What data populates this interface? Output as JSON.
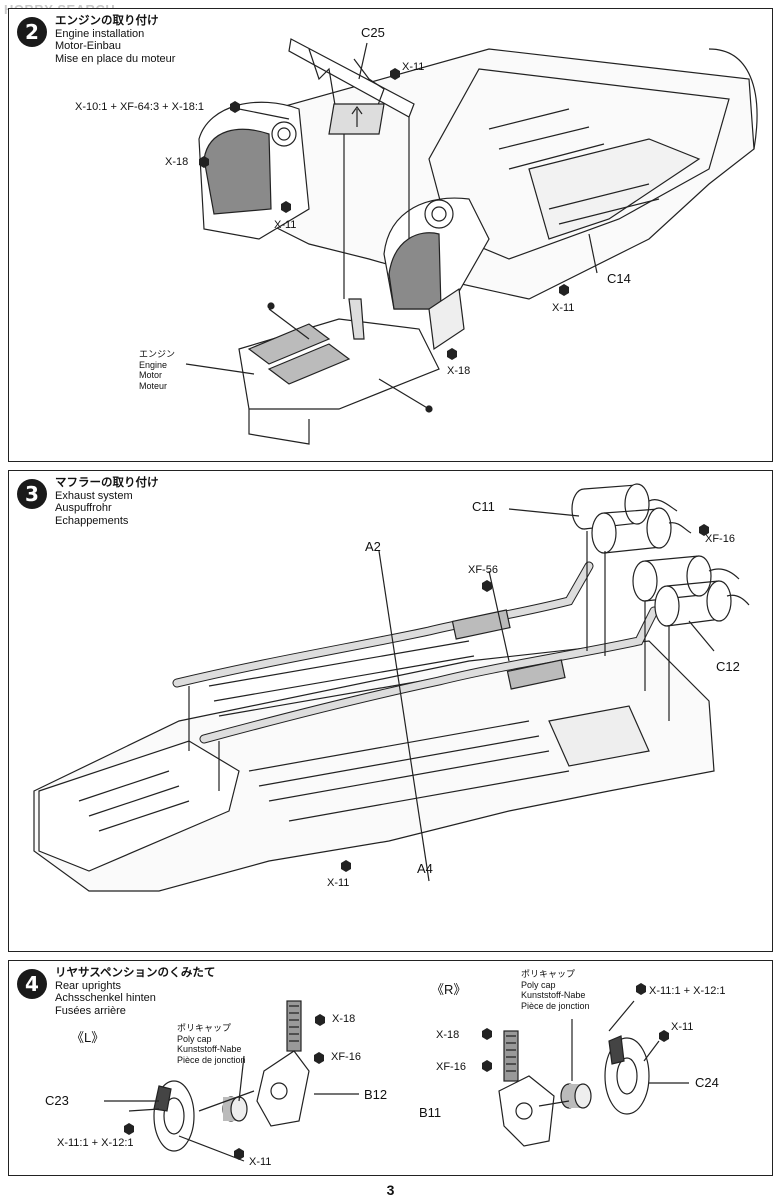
{
  "watermark": "HOBBY SEARCH",
  "page_number": "3",
  "step2": {
    "number": "2",
    "title_jp": "エンジンの取り付け",
    "title_en": "Engine installation",
    "title_de": "Motor-Einbau",
    "title_fr": "Mise en place du moteur",
    "labels": {
      "c25": "C25",
      "x11_a": "X-11",
      "formula": "X-10:1 + XF-64:3 + X-18:1",
      "x18_a": "X-18",
      "x11_b": "X-11",
      "c14": "C14",
      "x11_c": "X-11",
      "engine_jp": "エンジン",
      "engine_en": "Engine",
      "engine_de": "Motor",
      "engine_fr": "Moteur",
      "x18_b": "X-18"
    }
  },
  "step3": {
    "number": "3",
    "title_jp": "マフラーの取り付け",
    "title_en": "Exhaust system",
    "title_de": "Auspuffrohr",
    "title_fr": "Echappements",
    "labels": {
      "c11": "C11",
      "xf16": "XF-16",
      "a2": "A2",
      "xf56": "XF-56",
      "c12": "C12",
      "x11": "X-11",
      "a4": "A4"
    }
  },
  "step4": {
    "number": "4",
    "title_jp": "リヤサスペンションのくみたて",
    "title_en": "Rear uprights",
    "title_de": "Achsschenkel hinten",
    "title_fr": "Fusées arrière",
    "left_tag": "《L》",
    "right_tag": "《R》",
    "polycap_jp": "ポリキャップ",
    "polycap_en": "Poly cap",
    "polycap_de": "Kunststoff-Nabe",
    "polycap_fr": "Pièce de jonction",
    "labels": {
      "x18_l": "X-18",
      "xf16_l": "XF-16",
      "b12": "B12",
      "c23": "C23",
      "mix_l": "X-11:1 + X-12:1",
      "x11_l": "X-11",
      "x18_r": "X-18",
      "xf16_r": "XF-16",
      "b11": "B11",
      "mix_r": "X-11:1 + X-12:1",
      "x11_r": "X-11",
      "c24": "C24"
    }
  }
}
